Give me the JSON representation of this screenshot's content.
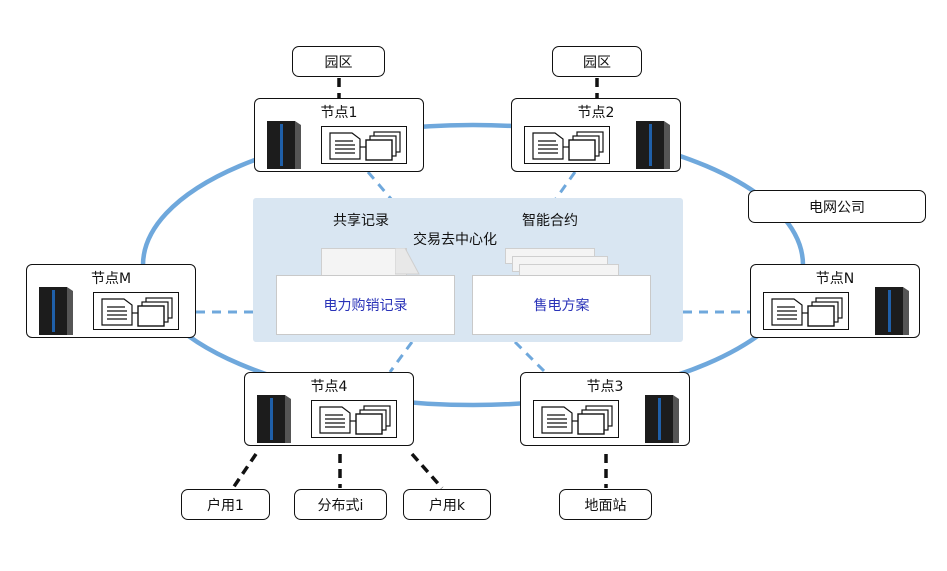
{
  "parks": [
    "园区",
    "园区"
  ],
  "grid_company": "电网公司",
  "nodes": {
    "n1": "节点1",
    "n2": "节点2",
    "n3": "节点3",
    "n4": "节点4",
    "nM": "节点M",
    "nN": "节点N"
  },
  "center": {
    "shared_record": "共享记录",
    "smart_contract": "智能合约",
    "decentralized": "交易去中心化",
    "purchase_record": "电力购销记录",
    "sale_plan": "售电方案"
  },
  "endpoints": {
    "user1": "户用1",
    "distributed": "分布式i",
    "userk": "户用k",
    "ground_station": "地面站"
  },
  "colors": {
    "ring": "#6fa8dc",
    "panel": "#d9e6f2",
    "card_text": "#2a33b8",
    "server_body": "#1c1c1c",
    "server_stripe": "#1f5fa8"
  }
}
